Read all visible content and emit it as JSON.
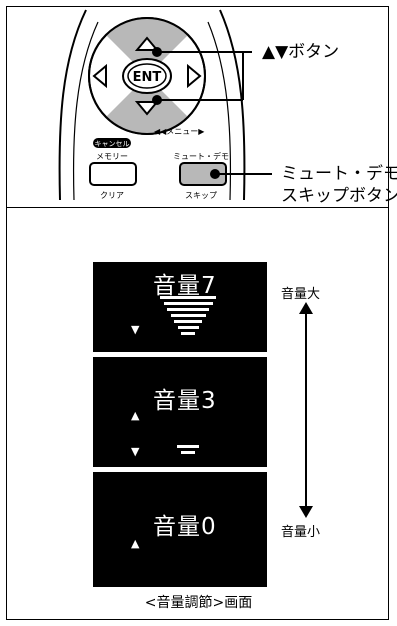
{
  "remote": {
    "enter_label": "ENT",
    "volume_menu_label": "◀◀メニュー▶",
    "cancel_badge": "キャンセル",
    "memory_label": "メモリー",
    "mute_demo_label": "ミュート・デモ",
    "clear_label": "クリア",
    "skip_label": "スキップ"
  },
  "callouts": {
    "updown_button": "▲▼ボタン",
    "mute_demo_line1": "ミュート・デモ/",
    "mute_demo_line2": "スキップボタン"
  },
  "panels": [
    {
      "label": "音量7",
      "up": "",
      "down": "▼",
      "bar_count": 7
    },
    {
      "label": "音量3",
      "up": "▲",
      "down": "▼",
      "bar_count": 2
    },
    {
      "label": "音量0",
      "up": "▲",
      "down": "",
      "bar_count": 0
    }
  ],
  "scale": {
    "max_label": "音量大",
    "min_label": "音量小"
  },
  "caption": "<音量調節>画面"
}
